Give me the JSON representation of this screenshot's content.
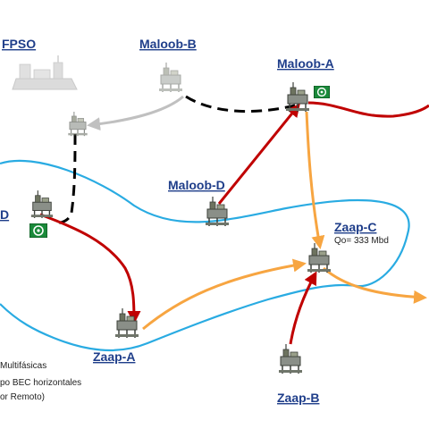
{
  "labels": {
    "fpso": "FPSO",
    "maloob_b": "Maloob-B",
    "maloob_a": "Maloob-A",
    "maloob_d": "Maloob-D",
    "d_partial": "D",
    "zaap_c": "Zaap-C",
    "zaap_c_flow": "Qo= 333 Mbd",
    "zaap_a": "Zaap-A",
    "zaap_b": "Zaap-B"
  },
  "legend": {
    "line1": "Multifásicas",
    "line2": "po BEC horizontales",
    "line3": "or Remoto)"
  },
  "colors": {
    "label": "#1f3e8a",
    "blue_boundary": "#29abe2",
    "red_flow": "#c00000",
    "orange_flow": "#f7a541",
    "gray_flow": "#c0c0c0",
    "dashed_flow": "#000000",
    "pump_badge": "#1a8a3a"
  }
}
